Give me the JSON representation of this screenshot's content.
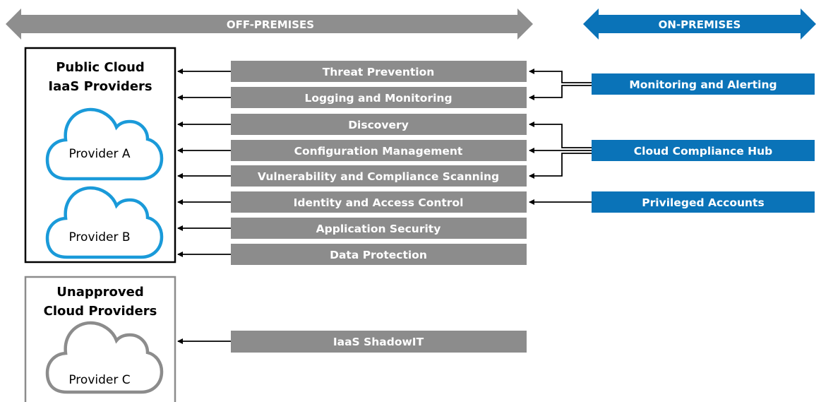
{
  "banners": {
    "off_premises": "OFF-PREMISES",
    "on_premises": "ON-PREMISES"
  },
  "groups": {
    "public": {
      "title_line1": "Public Cloud",
      "title_line2": "IaaS Providers",
      "providers": [
        "Provider A",
        "Provider B"
      ]
    },
    "unapproved": {
      "title_line1": "Unapproved",
      "title_line2": "Cloud Providers",
      "providers": [
        "Provider C"
      ]
    }
  },
  "capabilities": [
    "Threat Prevention",
    "Logging and Monitoring",
    "Discovery",
    "Configuration Management",
    "Vulnerability and Compliance Scanning",
    "Identity and Access Control",
    "Application Security",
    "Data Protection",
    "IaaS ShadowIT"
  ],
  "on_prem_services": [
    "Monitoring and Alerting",
    "Cloud Compliance Hub",
    "Privileged Accounts"
  ],
  "colors": {
    "gray_bar": "#8c8c8c",
    "gray_banner": "#8e8e8e",
    "blue": "#0a73b8",
    "cloud_blue": "#1a9ad9",
    "cloud_gray": "#8c8c8c"
  }
}
